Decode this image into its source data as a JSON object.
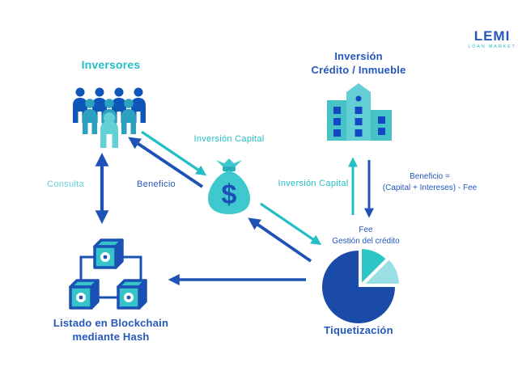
{
  "logo": {
    "name": "LEMI",
    "tagline": "LOAN MARKET"
  },
  "colors": {
    "teal": "#23BEC6",
    "teal_light": "#5FD1D8",
    "blue": "#1E53B5",
    "icon_teal": "#47C3C8",
    "icon_teal_light": "#63CFD4",
    "window_blue": "#1348C2",
    "pie_blue": "#1A4BA8",
    "pie_teal": "#2BC5C8",
    "pie_teal_light": "#9ADFE4"
  },
  "nodes": {
    "inversores": {
      "title": "Inversores"
    },
    "inversion": {
      "line1": "Inversión",
      "line2": "Crédito / Inmueble"
    },
    "blockchain": {
      "line1": "Listado en Blockchain",
      "line2": "mediante Hash"
    },
    "tiquetizacion": {
      "title": "Tiquetización"
    }
  },
  "flows": {
    "inversion_capital_investors": "Inversión Capital",
    "beneficio": "Beneficio",
    "consulta": "Consulta",
    "inversion_capital_credit": "Inversión Capital",
    "beneficio_formula_1": "Beneficio =",
    "beneficio_formula_2": "(Capital + Intereses) - Fee",
    "fee_1": "Fee",
    "fee_2": "Gestión del crédito"
  },
  "money_bag": {
    "symbol": "$"
  },
  "pie": {
    "slices_pct": [
      75,
      12.5,
      12.5
    ]
  }
}
